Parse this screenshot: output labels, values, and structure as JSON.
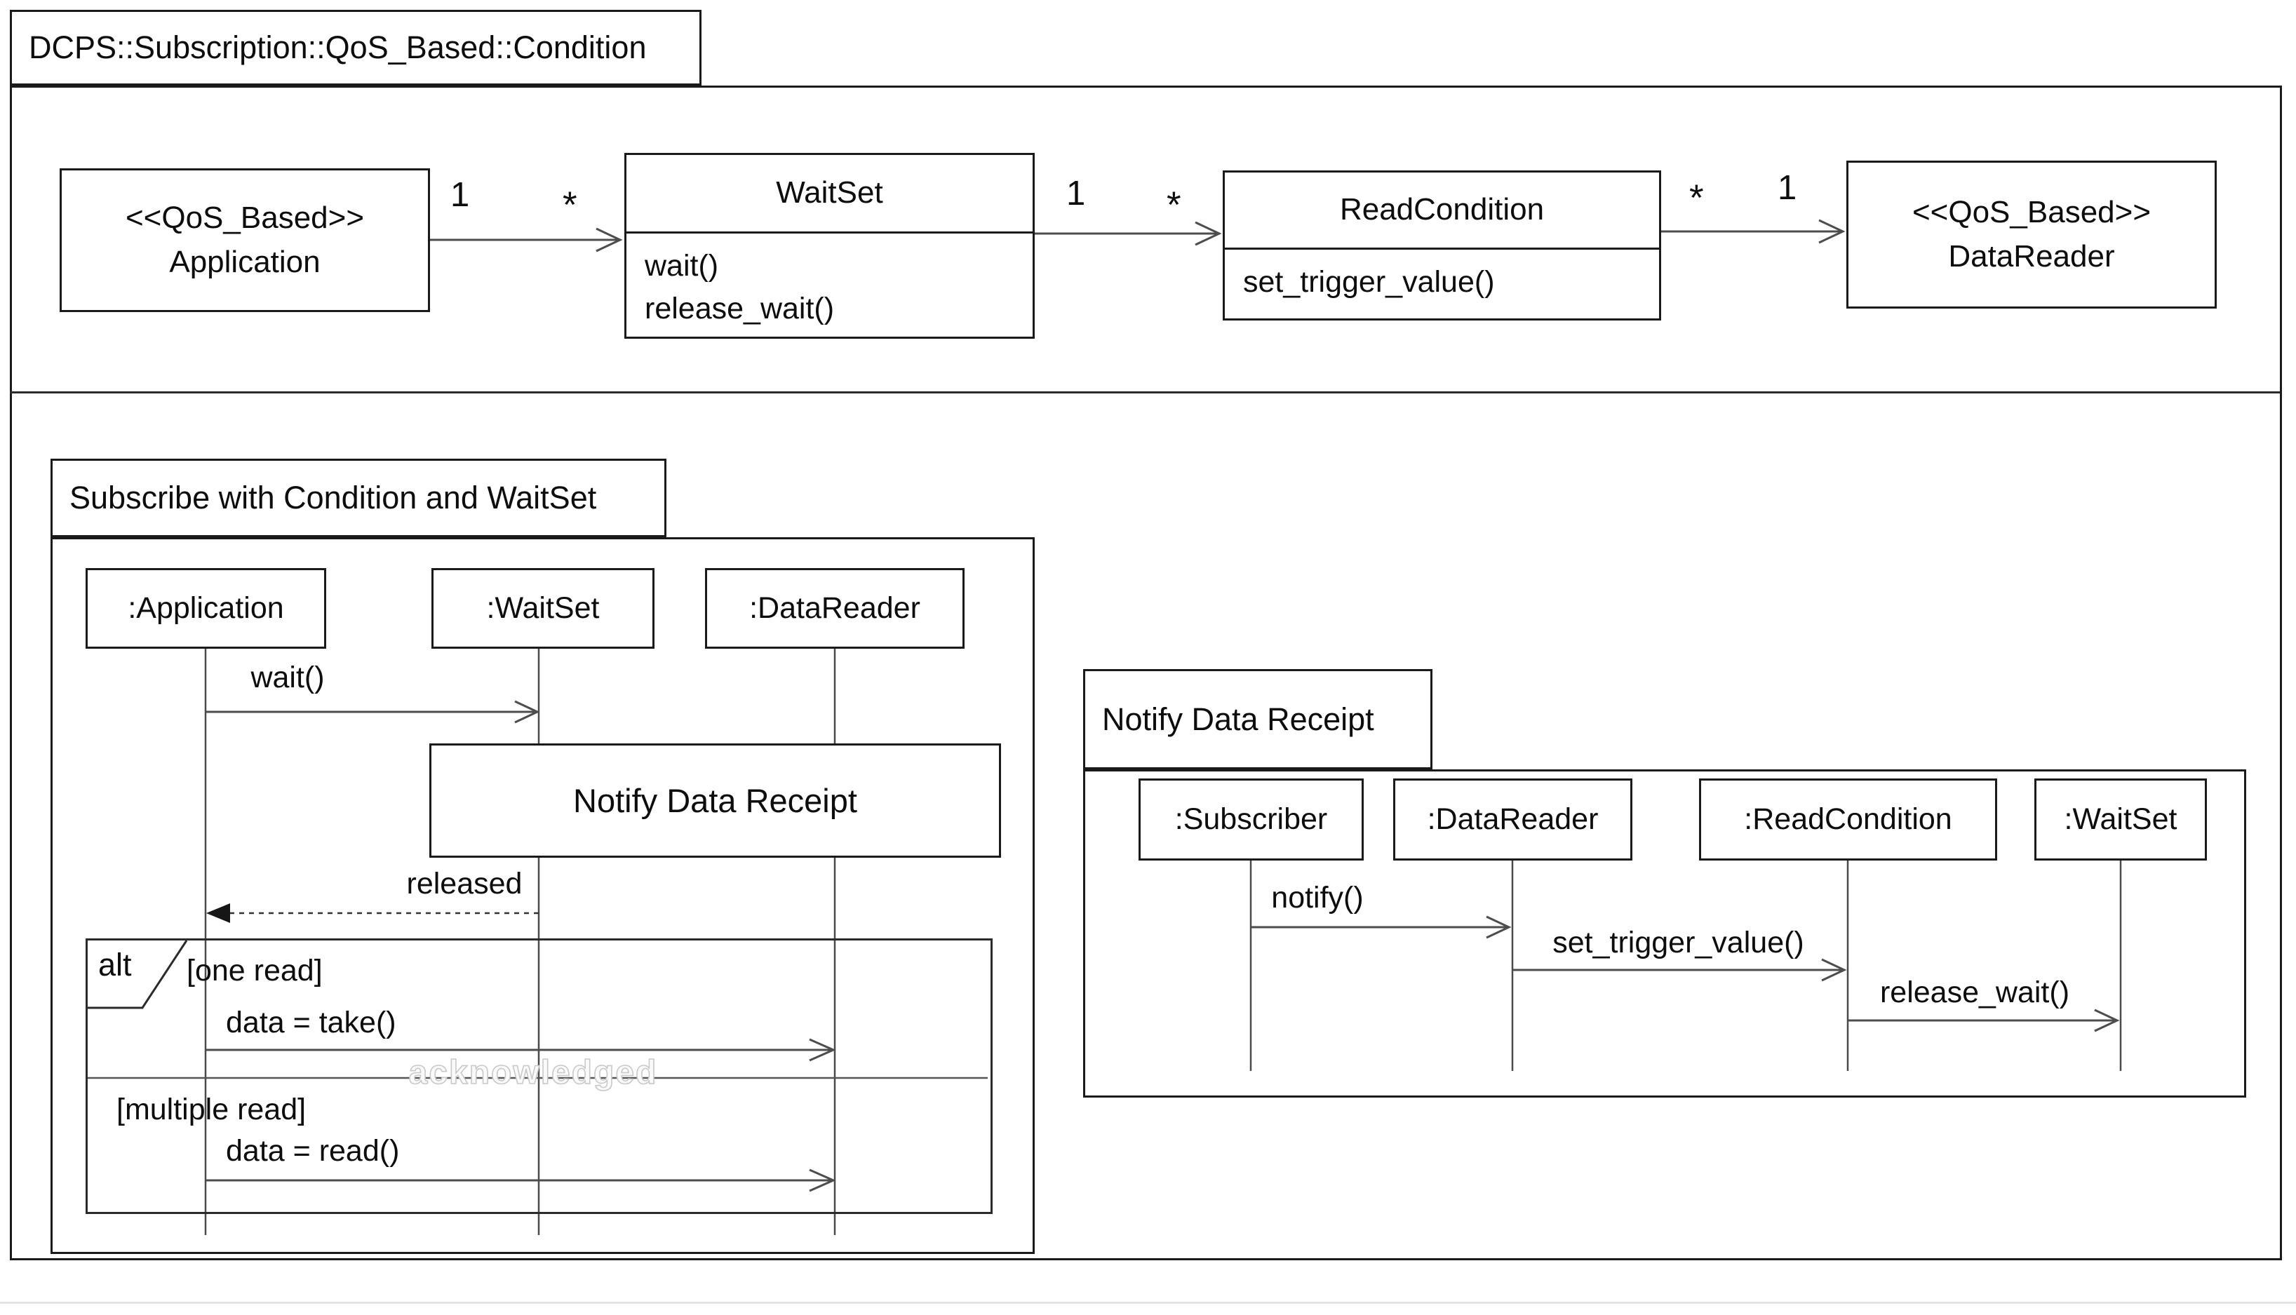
{
  "window": {
    "title": "DCPS::Subscription::QoS_Based::Condition"
  },
  "colors": {
    "line": "#1a1a1a",
    "arrow": "#4d4d4d",
    "background": "#ffffff",
    "watermark_outline": "#c9c9c9"
  },
  "class_diagram": {
    "classes": [
      {
        "stereotype": "<<QoS_Based>>",
        "name": "Application",
        "operations": []
      },
      {
        "name": "WaitSet",
        "operations": [
          "wait()",
          "release_wait()"
        ]
      },
      {
        "name": "ReadCondition",
        "operations": [
          "set_trigger_value()"
        ]
      },
      {
        "stereotype": "<<QoS_Based>>",
        "name": "DataReader",
        "operations": []
      }
    ],
    "associations": [
      {
        "from": "Application",
        "to": "WaitSet",
        "from_mult": "1",
        "to_mult": "*"
      },
      {
        "from": "WaitSet",
        "to": "ReadCondition",
        "from_mult": "1",
        "to_mult": "*"
      },
      {
        "from": "ReadCondition",
        "to": "DataReader",
        "from_mult": "*",
        "to_mult": "1"
      }
    ]
  },
  "subscribe_sequence": {
    "title": "Subscribe with Condition and WaitSet",
    "lifelines": [
      ":Application",
      ":WaitSet",
      ":DataReader"
    ],
    "messages": {
      "wait": "wait()",
      "ref": "Notify Data Receipt",
      "released": "released",
      "alt_operator": "alt",
      "guard_one": "[one read]",
      "take": "data = take()",
      "guard_multiple": "[multiple read]",
      "read": "data = read()"
    },
    "watermark": "acknowledged"
  },
  "notify_sequence": {
    "title": "Notify Data Receipt",
    "lifelines": [
      ":Subscriber",
      ":DataReader",
      ":ReadCondition",
      ":WaitSet"
    ],
    "messages": {
      "notify": "notify()",
      "set_trigger_value": "set_trigger_value()",
      "release_wait": "release_wait()"
    }
  }
}
